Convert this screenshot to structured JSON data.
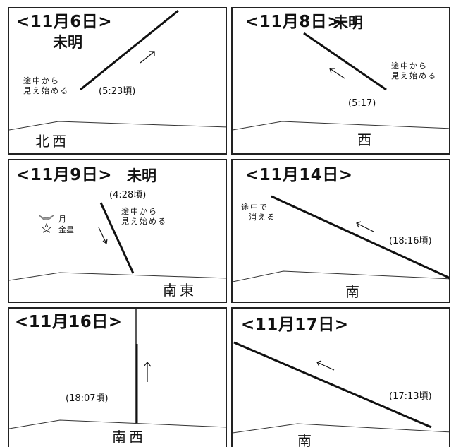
{
  "panels": [
    {
      "date": "<11月6日>",
      "dawn": "未明",
      "direction": "北西",
      "note": "途中から\n見え始める",
      "time": "(5:23頃)"
    },
    {
      "date": "<11月8日>",
      "dawn": "未明",
      "direction": "西",
      "note": "途中から\n見え始める",
      "time": "(5:17)"
    },
    {
      "date": "<11月9日>",
      "dawn": "未明",
      "direction": "南東",
      "note": "途中から\n見え始める",
      "time": "(4:28頃)",
      "legend": {
        "moon": "月",
        "venus": "金星"
      }
    },
    {
      "date": "<11月14日>",
      "direction": "南",
      "note": "途中で\n  消える",
      "time": "(18:16頃)"
    },
    {
      "date": "<11月16日>",
      "direction": "南西",
      "time": "(18:07頃)"
    },
    {
      "date": "<11月17日>",
      "direction": "南",
      "time": "(17:13頃)"
    }
  ],
  "colors": {
    "line": "#111111",
    "border": "#222222",
    "horizon": "#333333",
    "background": "#ffffff"
  },
  "icons": {
    "moon": "crescent-moon-icon",
    "venus": "star-outline-icon",
    "arrow": "motion-arrow-icon"
  }
}
